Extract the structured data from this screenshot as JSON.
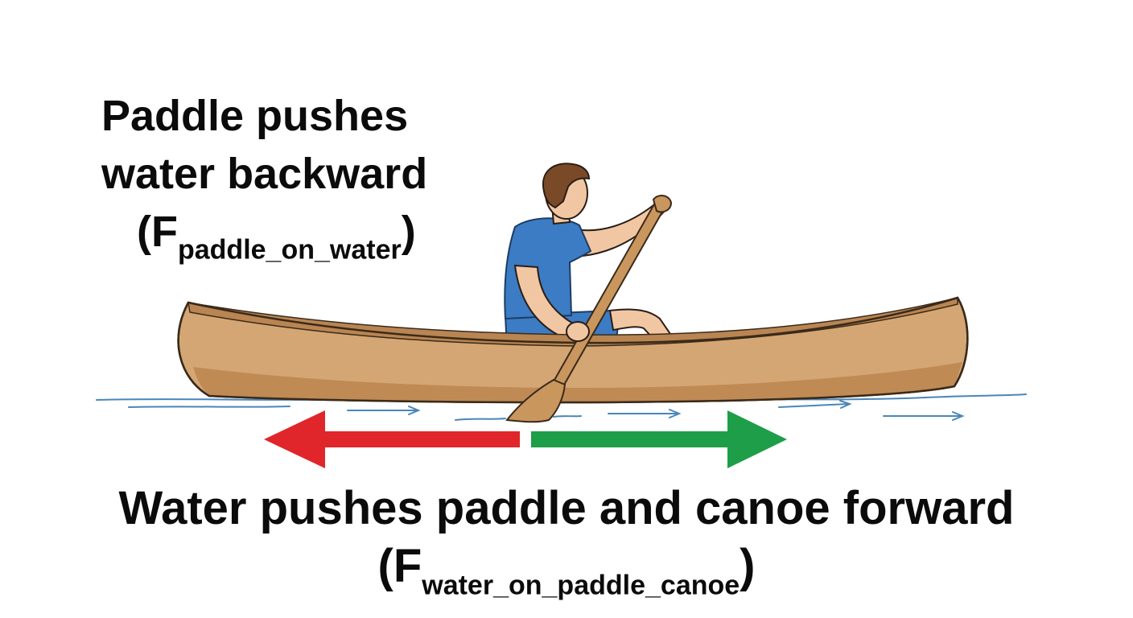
{
  "top_label": {
    "line1": "Paddle pushes",
    "line2": "water backward",
    "force_symbol": "F",
    "force_subscript": "paddle_on_water"
  },
  "bottom_label": {
    "line1": "Water pushes paddle and canoe forward",
    "force_symbol": "F",
    "force_subscript": "water_on_paddle_canoe"
  },
  "colors": {
    "backward_arrow": "#e0262b",
    "forward_arrow": "#1e9e48",
    "canoe_hull": "#d4a673",
    "shirt": "#3b7cc4",
    "water_lines": "#4a86b8"
  }
}
